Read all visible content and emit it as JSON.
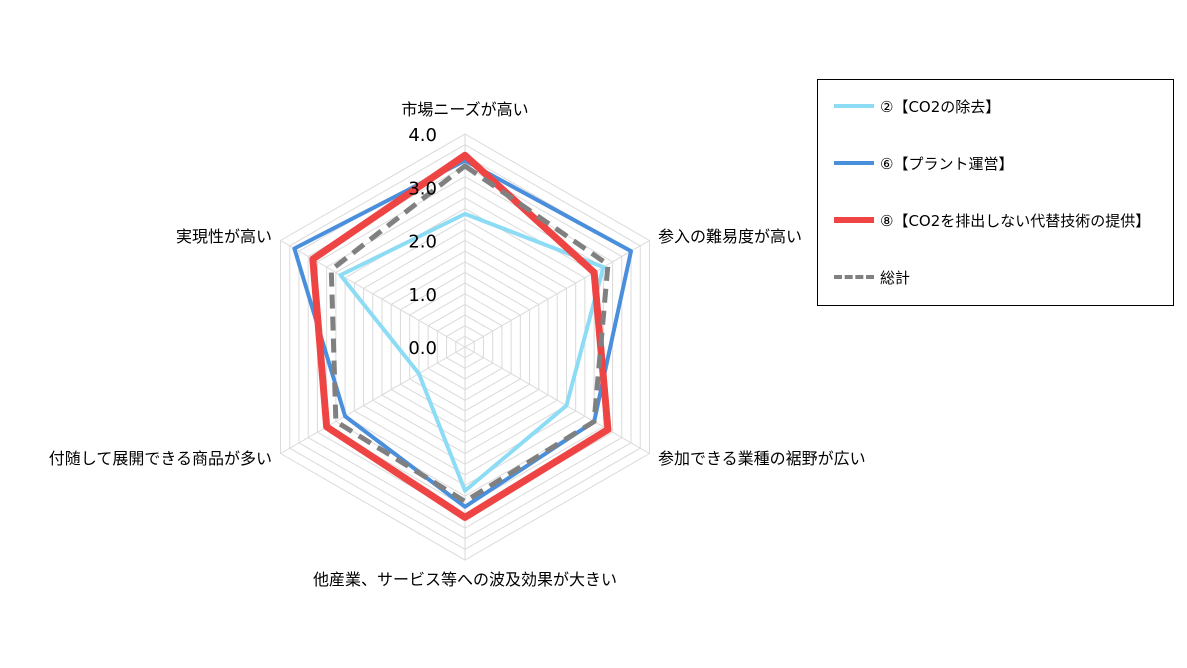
{
  "chart_data": {
    "type": "radar",
    "axes": [
      "市場ニーズが高い",
      "参入の難易度が高い",
      "参加できる業種の裾野が広い",
      "他産業、サービス等への波及効果が大きい",
      "付随して展開できる商品が多い",
      "実現性が高い"
    ],
    "rlim": [
      0,
      4
    ],
    "ticks": [
      "0.0",
      "1.0",
      "2.0",
      "3.0",
      "4.0"
    ],
    "tick_values": [
      0,
      1,
      2,
      3,
      4
    ],
    "gridlines": 20,
    "legend_position": "top-right",
    "series": [
      {
        "name": "②【CO2の除去】",
        "color": "#8ddcf5",
        "dashed": false,
        "values": [
          2.5,
          3.0,
          2.2,
          2.7,
          1.0,
          2.7
        ]
      },
      {
        "name": "⑥【プラント運営】",
        "color": "#4a8fdc",
        "dashed": false,
        "values": [
          3.5,
          3.6,
          2.8,
          3.0,
          2.6,
          3.7
        ]
      },
      {
        "name": "⑧【CO2を排出しない代替技術の提供】",
        "color": "#ee4444",
        "dashed": false,
        "values": [
          3.6,
          2.8,
          3.1,
          3.2,
          3.0,
          3.3
        ]
      },
      {
        "name": "総計",
        "color": "#808080",
        "dashed": true,
        "values": [
          3.4,
          3.1,
          2.8,
          2.9,
          2.8,
          2.9
        ]
      }
    ]
  }
}
